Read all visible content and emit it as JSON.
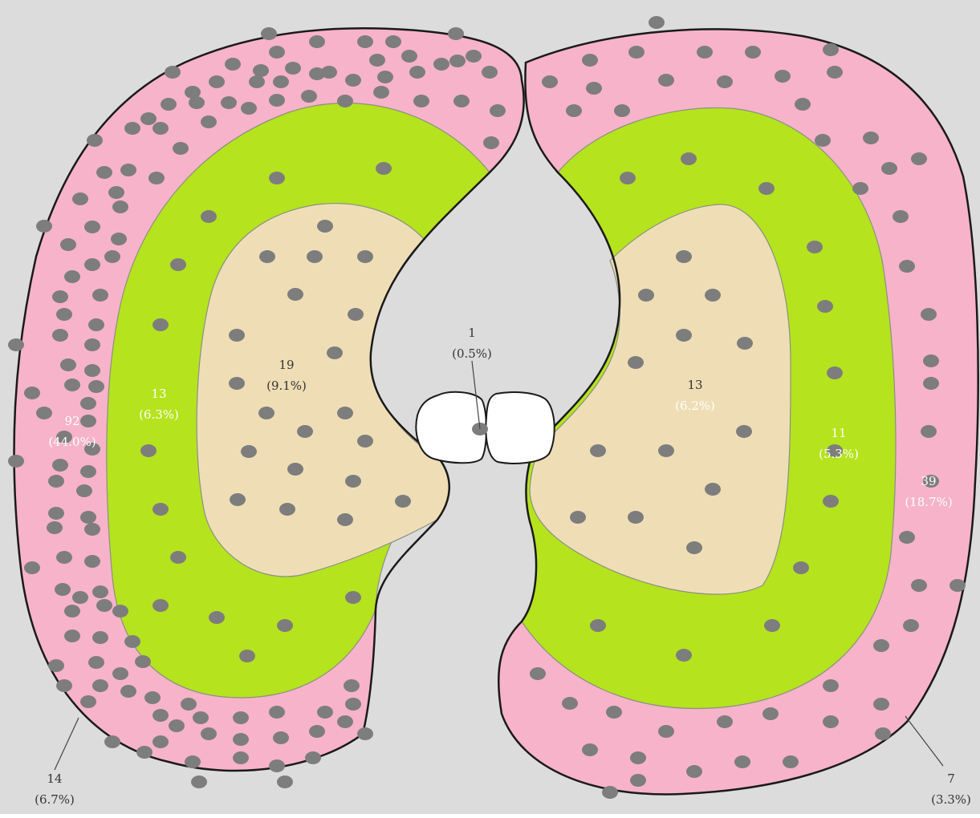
{
  "colors": {
    "background": "#dcdcdc",
    "outer_zone": "#f7b3c9",
    "middle_zone": "#b5e31e",
    "inner_zone": "#efdeb5",
    "hilum_notch": "#ffffff",
    "dot": "#7d7d7d",
    "outline": "#1a1a1a",
    "zone_border": "#8a8f86"
  },
  "labels": {
    "hilum": {
      "count": "1",
      "pct": "(0.5%)"
    },
    "left_inner": {
      "count": "19",
      "pct": "(9.1%)"
    },
    "left_middle": {
      "count": "13",
      "pct": "(6.3%)"
    },
    "left_outer": {
      "count": "92",
      "pct": "(44.0%)"
    },
    "left_edge": {
      "count": "14",
      "pct": "(6.7%)"
    },
    "right_inner": {
      "count": "13",
      "pct": "(6.2%)"
    },
    "right_middle": {
      "count": "11",
      "pct": "(5.3%)"
    },
    "right_outer": {
      "count": "39",
      "pct": "(18.7%)"
    },
    "right_edge": {
      "count": "7",
      "pct": "(3.3%)"
    }
  }
}
